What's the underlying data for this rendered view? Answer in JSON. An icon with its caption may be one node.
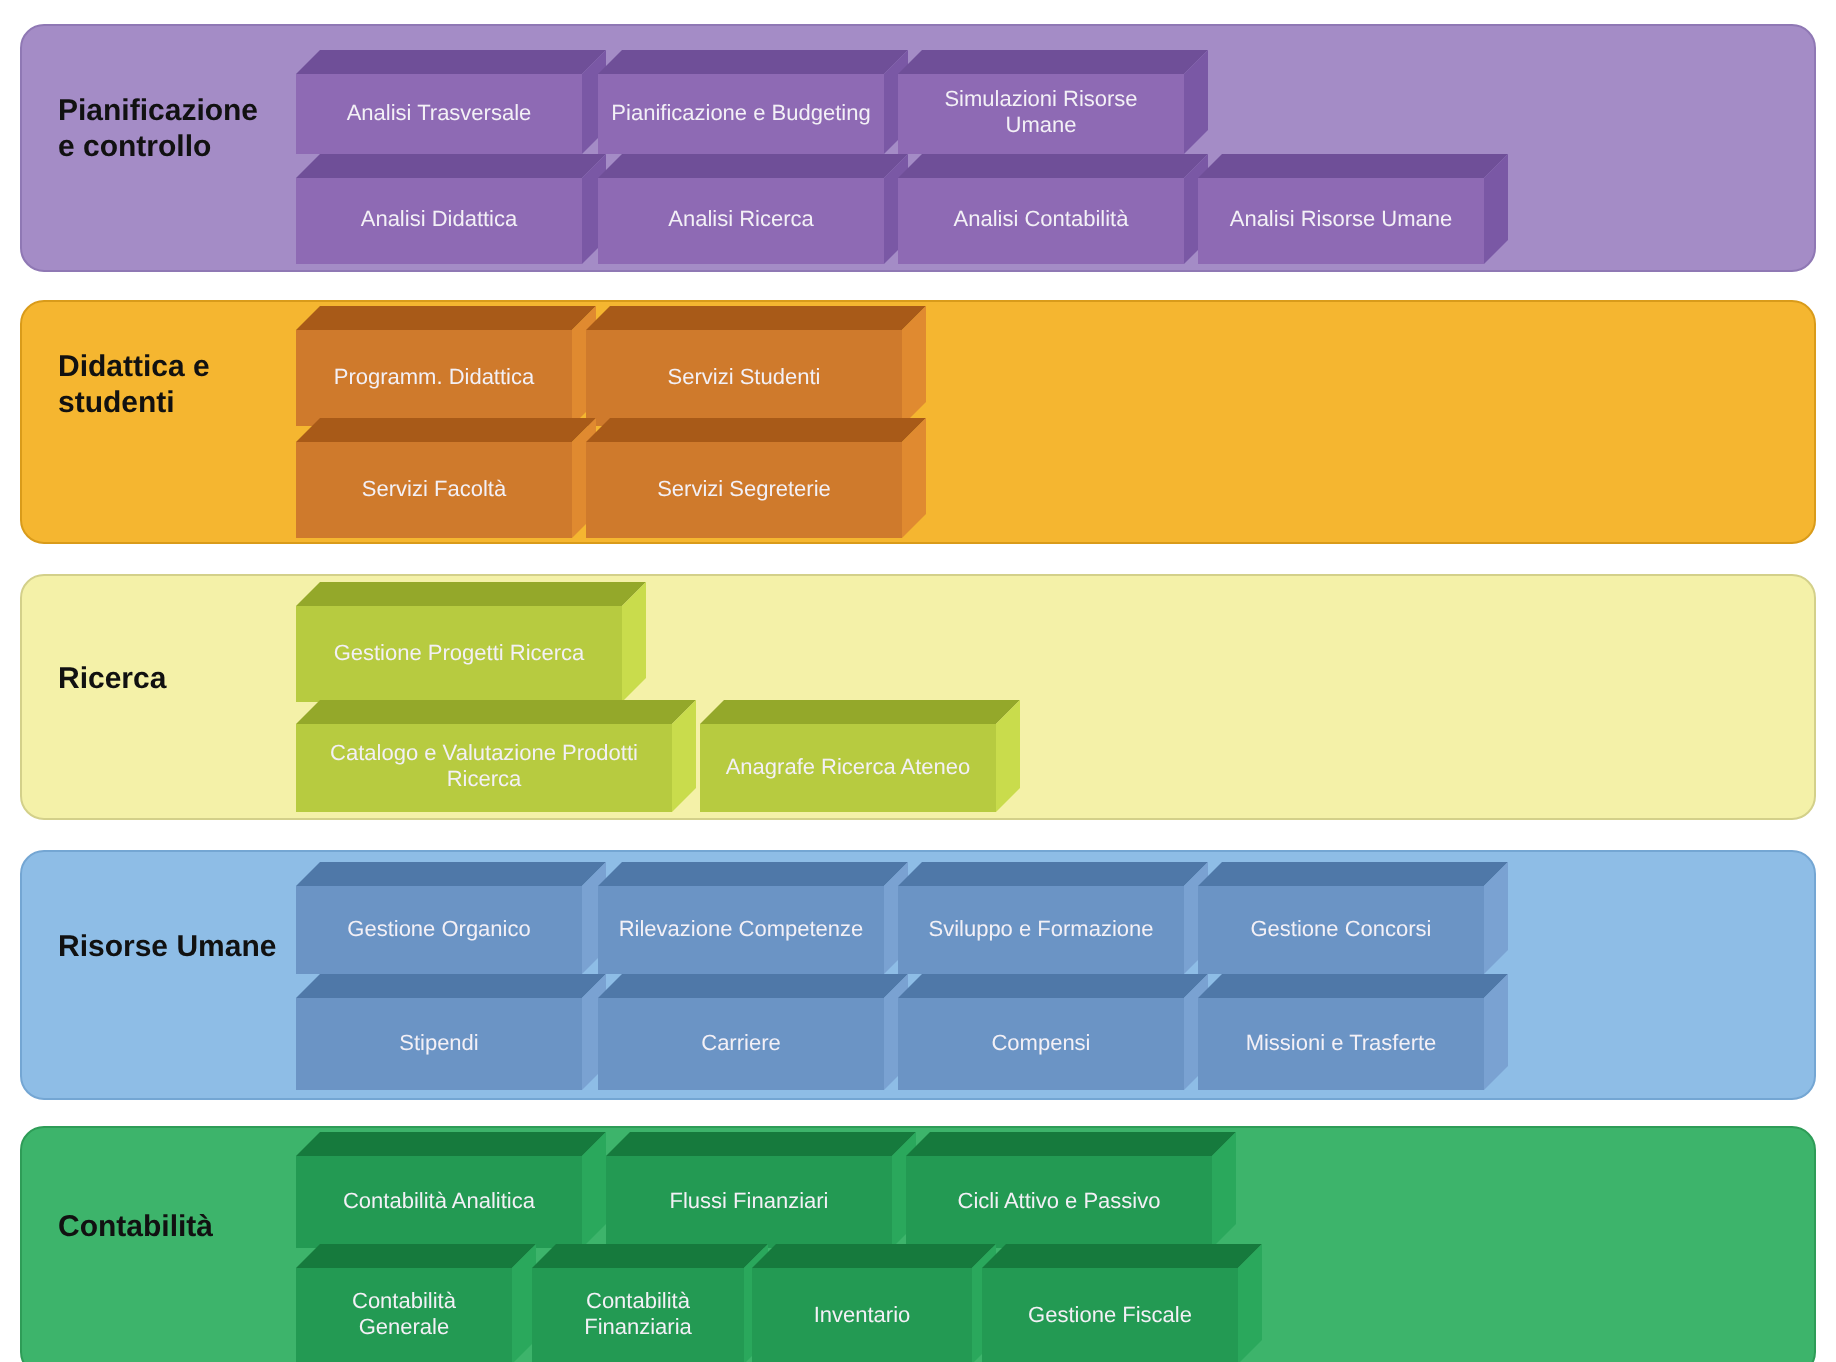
{
  "diagram": {
    "nodes": [
      {
        "text": [
          "Pianificazione e controllo"
        ]
      },
      {
        "text": [
          "Analisi Trasversale"
        ],
        "in": 0
      },
      {
        "text": [
          "Pianificazione e Budgeting"
        ],
        "in": 0
      },
      {
        "text": [
          "Simulazioni Risorse Umane"
        ],
        "in": 0
      },
      {
        "text": [
          "Analisi Didattica"
        ],
        "in": 0
      },
      {
        "text": [
          "Analisi Ricerca"
        ],
        "in": 0
      },
      {
        "text": [
          "Analisi Contabilità"
        ],
        "in": 0
      },
      {
        "text": [
          "Analisi Risorse Umane"
        ],
        "in": 0
      },
      {
        "text": [
          "Didattica e studenti"
        ]
      },
      {
        "text": [
          "Programm. Didattica"
        ],
        "in": 8
      },
      {
        "text": [
          "Servizi Studenti"
        ],
        "in": 8
      },
      {
        "text": [
          "Servizi Facoltà"
        ],
        "in": 8
      },
      {
        "text": [
          "Servizi Segreterie"
        ],
        "in": 8
      },
      {
        "text": [
          "Ricerca"
        ]
      },
      {
        "text": [
          "Gestione Progetti Ricerca"
        ],
        "in": 13
      },
      {
        "text": [
          "Catalogo e Valutazione Prodotti Ricerca"
        ],
        "in": 13
      },
      {
        "text": [
          "Anagrafe Ricerca Ateneo"
        ],
        "in": 13
      },
      {
        "text": [
          "Risorse Umane"
        ]
      },
      {
        "text": [
          "Gestione Organico"
        ],
        "in": 17
      },
      {
        "text": [
          "Rilevazione Competenze"
        ],
        "in": 17
      },
      {
        "text": [
          "Sviluppo e Formazione"
        ],
        "in": 17
      },
      {
        "text": [
          "Gestione Concorsi"
        ],
        "in": 17
      },
      {
        "text": [
          "Stipendi"
        ],
        "in": 17
      },
      {
        "text": [
          "Carriere"
        ],
        "in": 17
      },
      {
        "text": [
          "Compensi"
        ],
        "in": 17
      },
      {
        "text": [
          "Missioni e Trasferte"
        ],
        "in": 17
      },
      {
        "text": [
          "Contabilità"
        ]
      },
      {
        "text": [
          "Contabilità Analitica"
        ],
        "in": 26
      },
      {
        "text": [
          "Flussi Finanziari"
        ],
        "in": 26
      },
      {
        "text": [
          "Cicli Attivo e Passivo"
        ],
        "in": 26
      },
      {
        "text": [
          "Contabilità Generale"
        ],
        "in": 26
      },
      {
        "text": [
          "Contabilità Finanziaria"
        ],
        "in": 26
      },
      {
        "text": [
          "Inventario"
        ],
        "in": 26
      },
      {
        "text": [
          "Gestione Fiscale"
        ],
        "in": 26
      }
    ]
  }
}
